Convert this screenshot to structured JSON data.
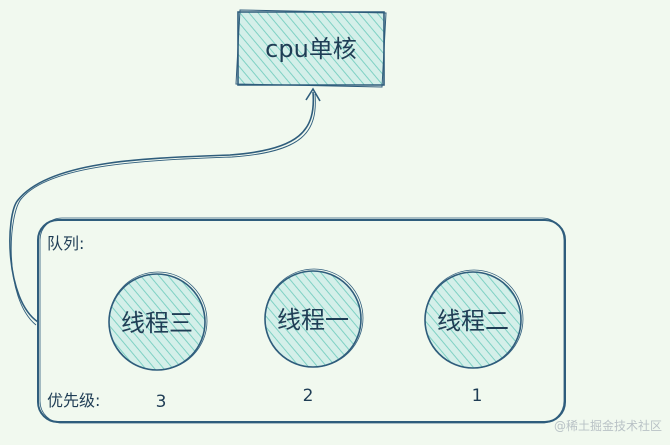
{
  "top_box": {
    "label": "cpu单核"
  },
  "queue": {
    "title": "队列:",
    "priority_label": "优先级:",
    "threads": [
      {
        "name": "线程三",
        "priority": "3"
      },
      {
        "name": "线程一",
        "priority": "2"
      },
      {
        "name": "线程二",
        "priority": "1"
      }
    ]
  },
  "watermark": "@稀土掘金技术社区",
  "colors": {
    "background": "#f1f9ef",
    "stroke": "#2f5d7c",
    "hatch": "#7fd1c4",
    "fill": "#d4efe9",
    "text": "#1f3d55"
  }
}
